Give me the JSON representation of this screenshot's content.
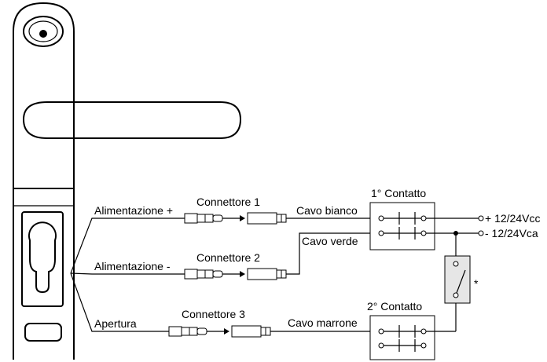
{
  "colors": {
    "line": "#000000",
    "background": "#ffffff",
    "switch_fill": "#e6e6e6"
  },
  "labels": {
    "alimentazione_plus": "Alimentazione +",
    "alimentazione_minus": "Alimentazione -",
    "apertura": "Apertura",
    "connettore_1": "Connettore 1",
    "connettore_2": "Connettore 2",
    "connettore_3": "Connettore 3",
    "cavo_bianco": "Cavo bianco",
    "cavo_verde": "Cavo verde",
    "cavo_marrone": "Cavo marrone",
    "contatto_1": "1° Contatto",
    "contatto_2": "2° Contatto",
    "supply_plus": "+ 12/24Vcc",
    "supply_minus": "- 12/24Vca",
    "switch_note": "*"
  }
}
